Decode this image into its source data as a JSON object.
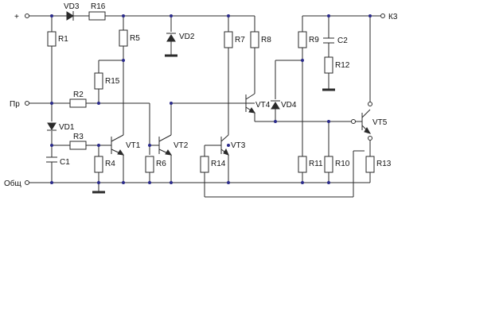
{
  "terminals": {
    "plus": "+",
    "input": "Пр",
    "common": "Общ",
    "output": "К3"
  },
  "labels": {
    "R1": "R1",
    "R2": "R2",
    "R3": "R3",
    "R4": "R4",
    "R5": "R5",
    "R6": "R6",
    "R7": "R7",
    "R8": "R8",
    "R9": "R9",
    "R10": "R10",
    "R11": "R11",
    "R12": "R12",
    "R13": "R13",
    "R14": "R14",
    "R15": "R15",
    "R16": "R16",
    "C1": "C1",
    "C2": "C2",
    "VD1": "VD1",
    "VD2": "VD2",
    "VD3": "VD3",
    "VD4": "VD4",
    "VT1": "VT1",
    "VT2": "VT2",
    "VT3": "VT3",
    "VT4": "VT4",
    "VT5": "VT5"
  }
}
